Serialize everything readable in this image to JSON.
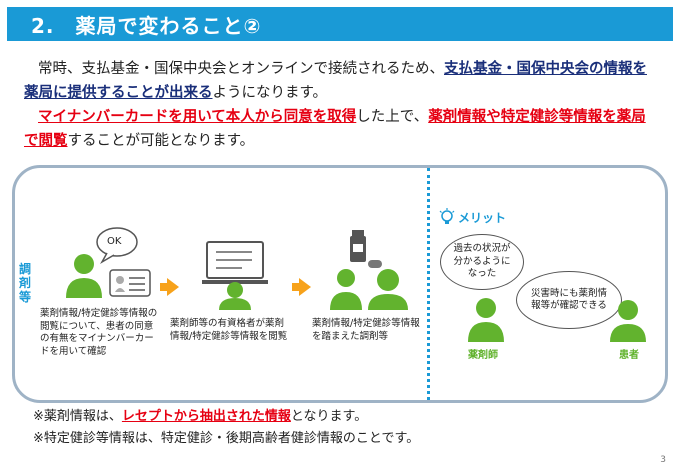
{
  "header": {
    "title": "2.　薬局で変わること②"
  },
  "lead": {
    "p1_pre": "常時、支払基金・国保中央会とオンラインで接続されるため、",
    "p1_bold": "支払基金・国保中央会の情報を薬局に提供することが出来る",
    "p1_post": "ようになります。",
    "p2_red1": "マイナンバーカードを用いて本人から同意を取得",
    "p2_mid": "した上で、",
    "p2_red2": "薬剤情報や特定健診等情報を薬局で閲覧",
    "p2_post": "することが可能となります。"
  },
  "diagram": {
    "side_label": "調剤等",
    "ok_label": "OK",
    "step1": "薬剤情報/特定健診等情報の閲覧について、患者の同意の有無をマイナンバーカードを用いて確認",
    "step2": "薬剤師等の有資格者が薬剤情報/特定健診等情報を閲覧",
    "step3": "薬剤情報/特定健診等情報を踏まえた調剤等",
    "merit_title": "メリット",
    "bubble_pharm": "過去の状況が分かるようになった",
    "bubble_patient": "災害時にも薬剤情報等が確認できる",
    "role_pharm": "薬剤師",
    "role_patient": "患者"
  },
  "notes": {
    "n1_pre": "※薬剤情報は、",
    "n1_red": "レセプトから抽出された情報",
    "n1_post": "となります。",
    "n2": "※特定健診等情報は、特定健診・後期高齢者健診情報のことです。"
  },
  "page_number": "3",
  "colors": {
    "accent": "#1a9ad6",
    "red": "#e60012",
    "green": "#62b32e",
    "arrow": "#f7a21b"
  }
}
